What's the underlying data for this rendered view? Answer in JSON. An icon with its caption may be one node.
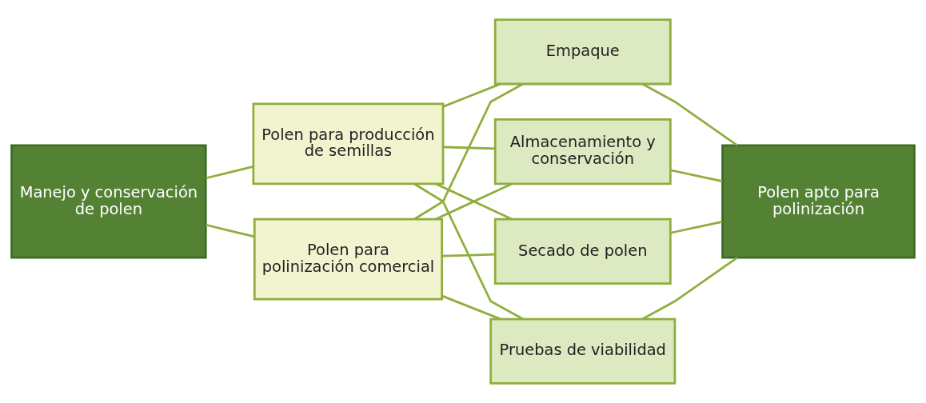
{
  "diagram": {
    "nodes": [
      {
        "text": [
          "Manejo y conservación de polen"
        ]
      },
      {
        "text": [
          "Polen para producción de semillas"
        ]
      },
      {
        "text": [
          "Polen para polinización comercial"
        ]
      },
      {
        "text": [
          "Secado de polen"
        ]
      },
      {
        "text": [
          "Pruebas de viabilidad"
        ]
      },
      {
        "text": [
          "Empaque"
        ]
      },
      {
        "text": [
          "Almacenamiento y conservación"
        ]
      },
      {
        "text": [
          "Polen apto para polinización"
        ]
      }
    ],
    "edges": [
      {
        "from": 0,
        "to": 1,
        "arrow": "none"
      },
      {
        "from": 0,
        "to": 2,
        "arrow": "none"
      },
      {
        "from": 1,
        "to": 3,
        "arrow": "none"
      },
      {
        "from": 1,
        "to": 4,
        "arrow": "none"
      },
      {
        "from": 1,
        "to": 5,
        "arrow": "none"
      },
      {
        "from": 1,
        "to": 6,
        "arrow": "none"
      },
      {
        "from": 2,
        "to": 3,
        "arrow": "none"
      },
      {
        "from": 2,
        "to": 4,
        "arrow": "none"
      },
      {
        "from": 2,
        "to": 5,
        "arrow": "none"
      },
      {
        "from": 2,
        "to": 6,
        "arrow": "none"
      },
      {
        "from": 3,
        "to": 7,
        "arrow": "none"
      },
      {
        "from": 4,
        "to": 7,
        "arrow": "none"
      },
      {
        "from": 5,
        "to": 7,
        "arrow": "none"
      },
      {
        "from": 6,
        "to": 7,
        "arrow": "none"
      }
    ]
  }
}
